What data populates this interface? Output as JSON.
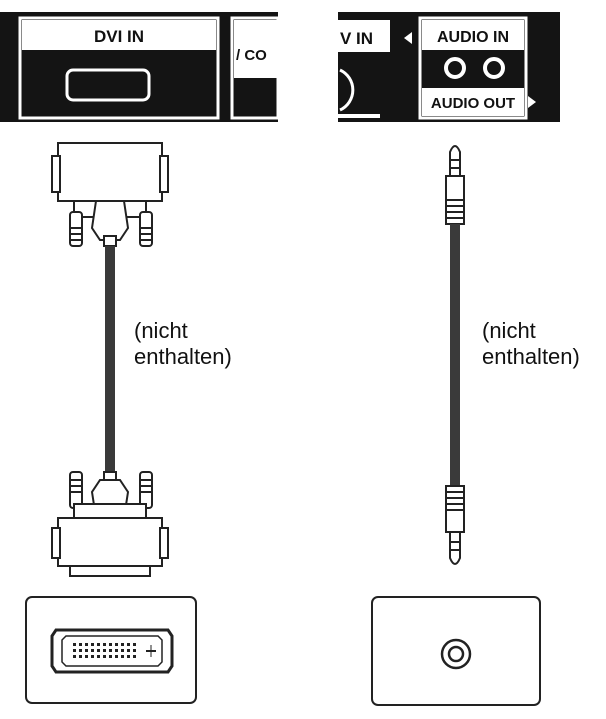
{
  "panel": {
    "dvi_in_label": "DVI IN",
    "component_label_fragment": "/ CO",
    "av_in_label_fragment": "V IN",
    "audio_in_label": "AUDIO IN",
    "audio_out_label": "AUDIO OUT"
  },
  "cables": {
    "dvi_note": [
      "(nicht",
      "enthalten)"
    ],
    "audio_note": [
      "(nicht",
      "enthalten)"
    ]
  },
  "colors": {
    "panel": "#141414",
    "cable": "#3a3a3a",
    "outline": "#222222"
  }
}
